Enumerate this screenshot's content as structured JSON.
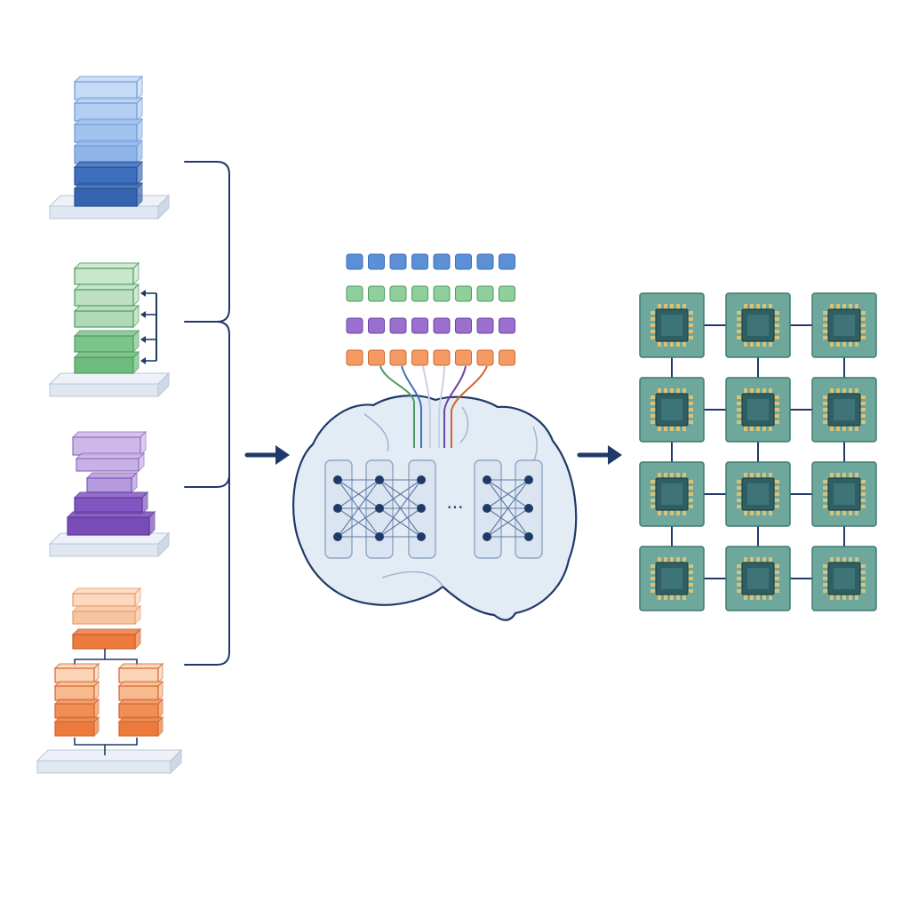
{
  "diagram": {
    "ellipsis_label": "···",
    "colors": {
      "navy": "#1f3a68",
      "blue": "#5b8fd6",
      "blue_light": "#a9c8ef",
      "blue_dark": "#2f5fae",
      "green": "#6dbb7d",
      "green_light": "#b2dcb8",
      "purple": "#8f62c4",
      "purple_light": "#c9b3e6",
      "orange": "#ef7a3e",
      "orange_light": "#f8c49f",
      "platform": "#dfe7f1",
      "brain_fill": "#e3ebf5",
      "brain_stroke": "#1f3a68",
      "chip_tile": "#6ea79b",
      "chip_core": "#2f5e63",
      "chip_pin": "#d6c27a"
    },
    "stacks": [
      {
        "name": "blue-stack",
        "kind": "column",
        "color": "blue"
      },
      {
        "name": "green-stack",
        "kind": "column-with-skips",
        "color": "green"
      },
      {
        "name": "purple-stack",
        "kind": "pyramid",
        "color": "purple"
      },
      {
        "name": "orange-stack",
        "kind": "branching",
        "color": "orange"
      }
    ],
    "token_rows": [
      {
        "name": "blue-token-row",
        "color": "blue",
        "count": 8
      },
      {
        "name": "green-token-row",
        "color": "green",
        "count": 8
      },
      {
        "name": "purple-token-row",
        "color": "purple",
        "count": 8
      },
      {
        "name": "orange-token-row",
        "color": "orange",
        "count": 8
      }
    ],
    "network_blocks": 5,
    "chip_grid": {
      "rows": 4,
      "cols": 3
    }
  }
}
